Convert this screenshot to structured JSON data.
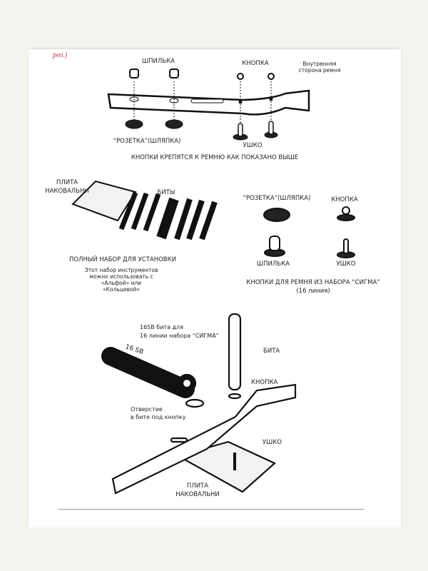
{
  "header_fragment": "рео.)",
  "figure1": {
    "labels": {
      "shpilka": "ШПИЛЬКА",
      "knopka": "КНОПКА",
      "inner_side": "Внутренняя сторона ремня",
      "rozetka": "“РОЗЕТКА”(ШЛЯПКА)",
      "ushko": "УШКО"
    },
    "caption": "КНОПКИ КРЕПЯТСЯ К РЕМНЮ КАК ПОКАЗАНО ВЫШЕ"
  },
  "figure2": {
    "labels": {
      "plita_1": "ПЛИТА",
      "plita_2": "НАКОВАЛЬНИ",
      "bity": "БИТЫ"
    },
    "caption": "ПОЛНЫЙ НАБОР ДЛЯ УСТАНОВКИ",
    "note": [
      "Этот набор инструментов",
      "можно  использовать с",
      "«Альфой»  или",
      "«Кольцевой»"
    ]
  },
  "figure3": {
    "labels": {
      "rozetka": "“РОЗЕТКА”(ШЛЯПКА)",
      "knopka": "КНОПКА",
      "shpilka": "ШПИЛЬКА",
      "ushko": "УШКО"
    },
    "caption": "КНОПКИ ДЛЯ РЕМНЯ ИЗ НАБОРА “СИГМА”",
    "subcaption": "(16 линия)"
  },
  "figure4": {
    "labels": {
      "bit_16sb_1": "16SB бита для",
      "bit_16sb_2": "16 линии набора “СИГМА”",
      "bit_marking": "16 SB",
      "bita": "БИТА",
      "knopka": "КНОПКА",
      "hole_1": "Отверстие",
      "hole_2": "в бите под кнопку",
      "ushko": "УШКО",
      "plita_1": "ПЛИТА",
      "plita_2": "НАКОВАЛЬНИ"
    }
  }
}
